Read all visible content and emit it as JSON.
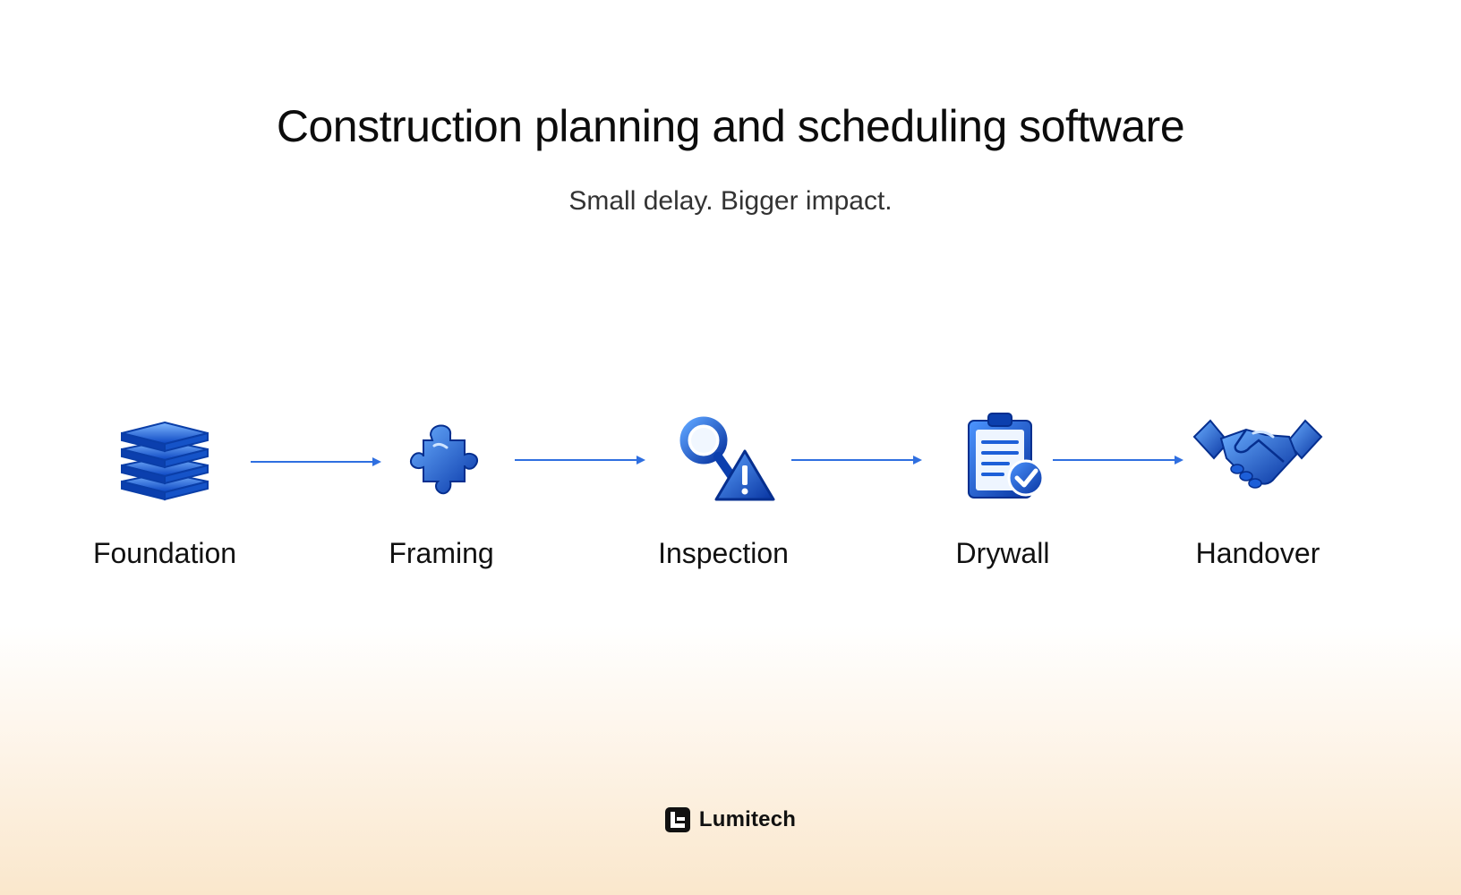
{
  "header": {
    "title": "Construction planning and scheduling software",
    "subtitle": "Small delay. Bigger impact."
  },
  "flow": {
    "steps": [
      {
        "label": "Foundation",
        "icon": "layers-icon"
      },
      {
        "label": "Framing",
        "icon": "puzzle-piece-icon"
      },
      {
        "label": "Inspection",
        "icon": "magnifier-warning-icon"
      },
      {
        "label": "Drywall",
        "icon": "clipboard-check-icon"
      },
      {
        "label": "Handover",
        "icon": "handshake-icon"
      }
    ],
    "arrow_color": "#2f6fe0",
    "icon_color": "#1d5fd8"
  },
  "brand": {
    "name": "Lumitech",
    "logo_icon": "lumitech-logo-icon"
  }
}
